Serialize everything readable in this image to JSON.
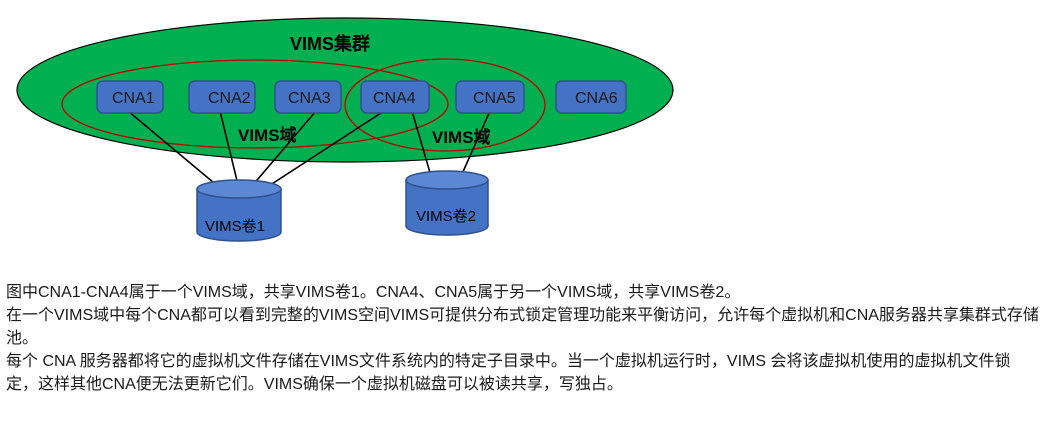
{
  "diagram": {
    "cluster_label": "VIMS集群",
    "domain_labels": [
      "VIMS域",
      "VIMS域"
    ],
    "nodes": [
      "CNA1",
      "CNA2",
      "CNA3",
      "CNA4",
      "CNA5",
      "CNA6"
    ],
    "volumes": [
      "VIMS卷1",
      "VIMS卷2"
    ],
    "colors": {
      "cluster_fill": "#00b050",
      "domain_outline": "#c00000",
      "node_fill": "#4472c4",
      "node_border": "#2f528f",
      "line": "#000000"
    }
  },
  "caption": {
    "paragraphs": [
      "图中CNA1-CNA4属于一个VIMS域，共享VIMS卷1。CNA4、CNA5属于另一个VIMS域，共享VIMS卷2。",
      "在一个VIMS域中每个CNA都可以看到完整的VIMS空间VIMS可提供分布式锁定管理功能来平衡访问，允许每个虚拟机和CNA服务器共享集群式存储池。",
      "每个 CNA 服务器都将它的虚拟机文件存储在VIMS文件系统内的特定子目录中。当一个虚拟机运行时，VIMS 会将该虚拟机使用的虚拟机文件锁定，这样其他CNA便无法更新它们。VIMS确保一个虚拟机磁盘可以被读共享，写独占。"
    ]
  }
}
